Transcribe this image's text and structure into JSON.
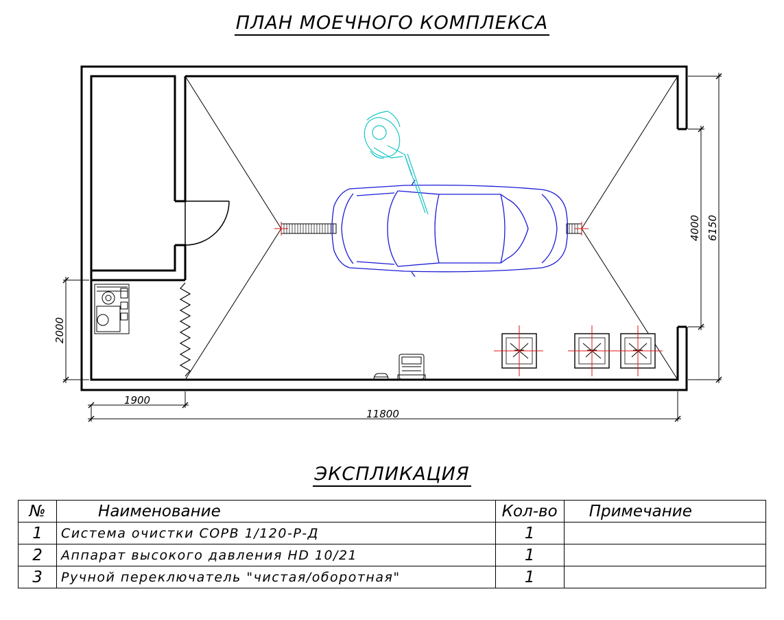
{
  "plan": {
    "title": "ПЛАН МОЕЧНОГО КОМПЛЕКСА",
    "dimensions": {
      "total_length": "11800",
      "left_room_width": "1900",
      "left_room_height": "2000",
      "door_opening": "4000",
      "total_width": "6150"
    }
  },
  "explication": {
    "title": "ЭКСПЛИКАЦИЯ",
    "headers": {
      "num": "№",
      "name": "Наименование",
      "qty": "Кол-во",
      "note": "Примечание"
    },
    "rows": [
      {
        "num": "1",
        "name": "Система очистки СОРВ 1/120-Р-Д",
        "qty": "1",
        "note": ""
      },
      {
        "num": "2",
        "name": "Аппарат высокого давления HD 10/21",
        "qty": "1",
        "note": ""
      },
      {
        "num": "3",
        "name": "Ручной переключатель \"чистая/оборотная\"",
        "qty": "1",
        "note": ""
      }
    ]
  },
  "colors": {
    "lines": "#000000",
    "car": "#1a1ad6",
    "worker": "#18c4c4",
    "crosshair": "#e01010"
  }
}
